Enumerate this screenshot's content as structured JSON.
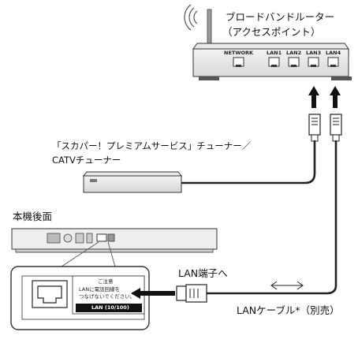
{
  "router": {
    "label_line1": "ブロードバンドルーター",
    "label_line2": "（アクセスポイント）",
    "network_port": "NETWORK",
    "lan_ports": [
      "LAN1",
      "LAN2",
      "LAN3",
      "LAN4"
    ]
  },
  "tuner": {
    "label_line1": "「スカパー！プレミアムサービス」チューナー／",
    "label_line2": "CATVチューナー"
  },
  "main_unit": {
    "label": "本機後面"
  },
  "zoom_panel": {
    "notice_title": "ご注意",
    "notice_line1": "LANに電話回線を",
    "notice_line2": "つなげないでください。",
    "port_label": "LAN (10/100)"
  },
  "lan_terminal_label": "LAN端子へ",
  "cable_label": "LANケーブル*（別売）"
}
